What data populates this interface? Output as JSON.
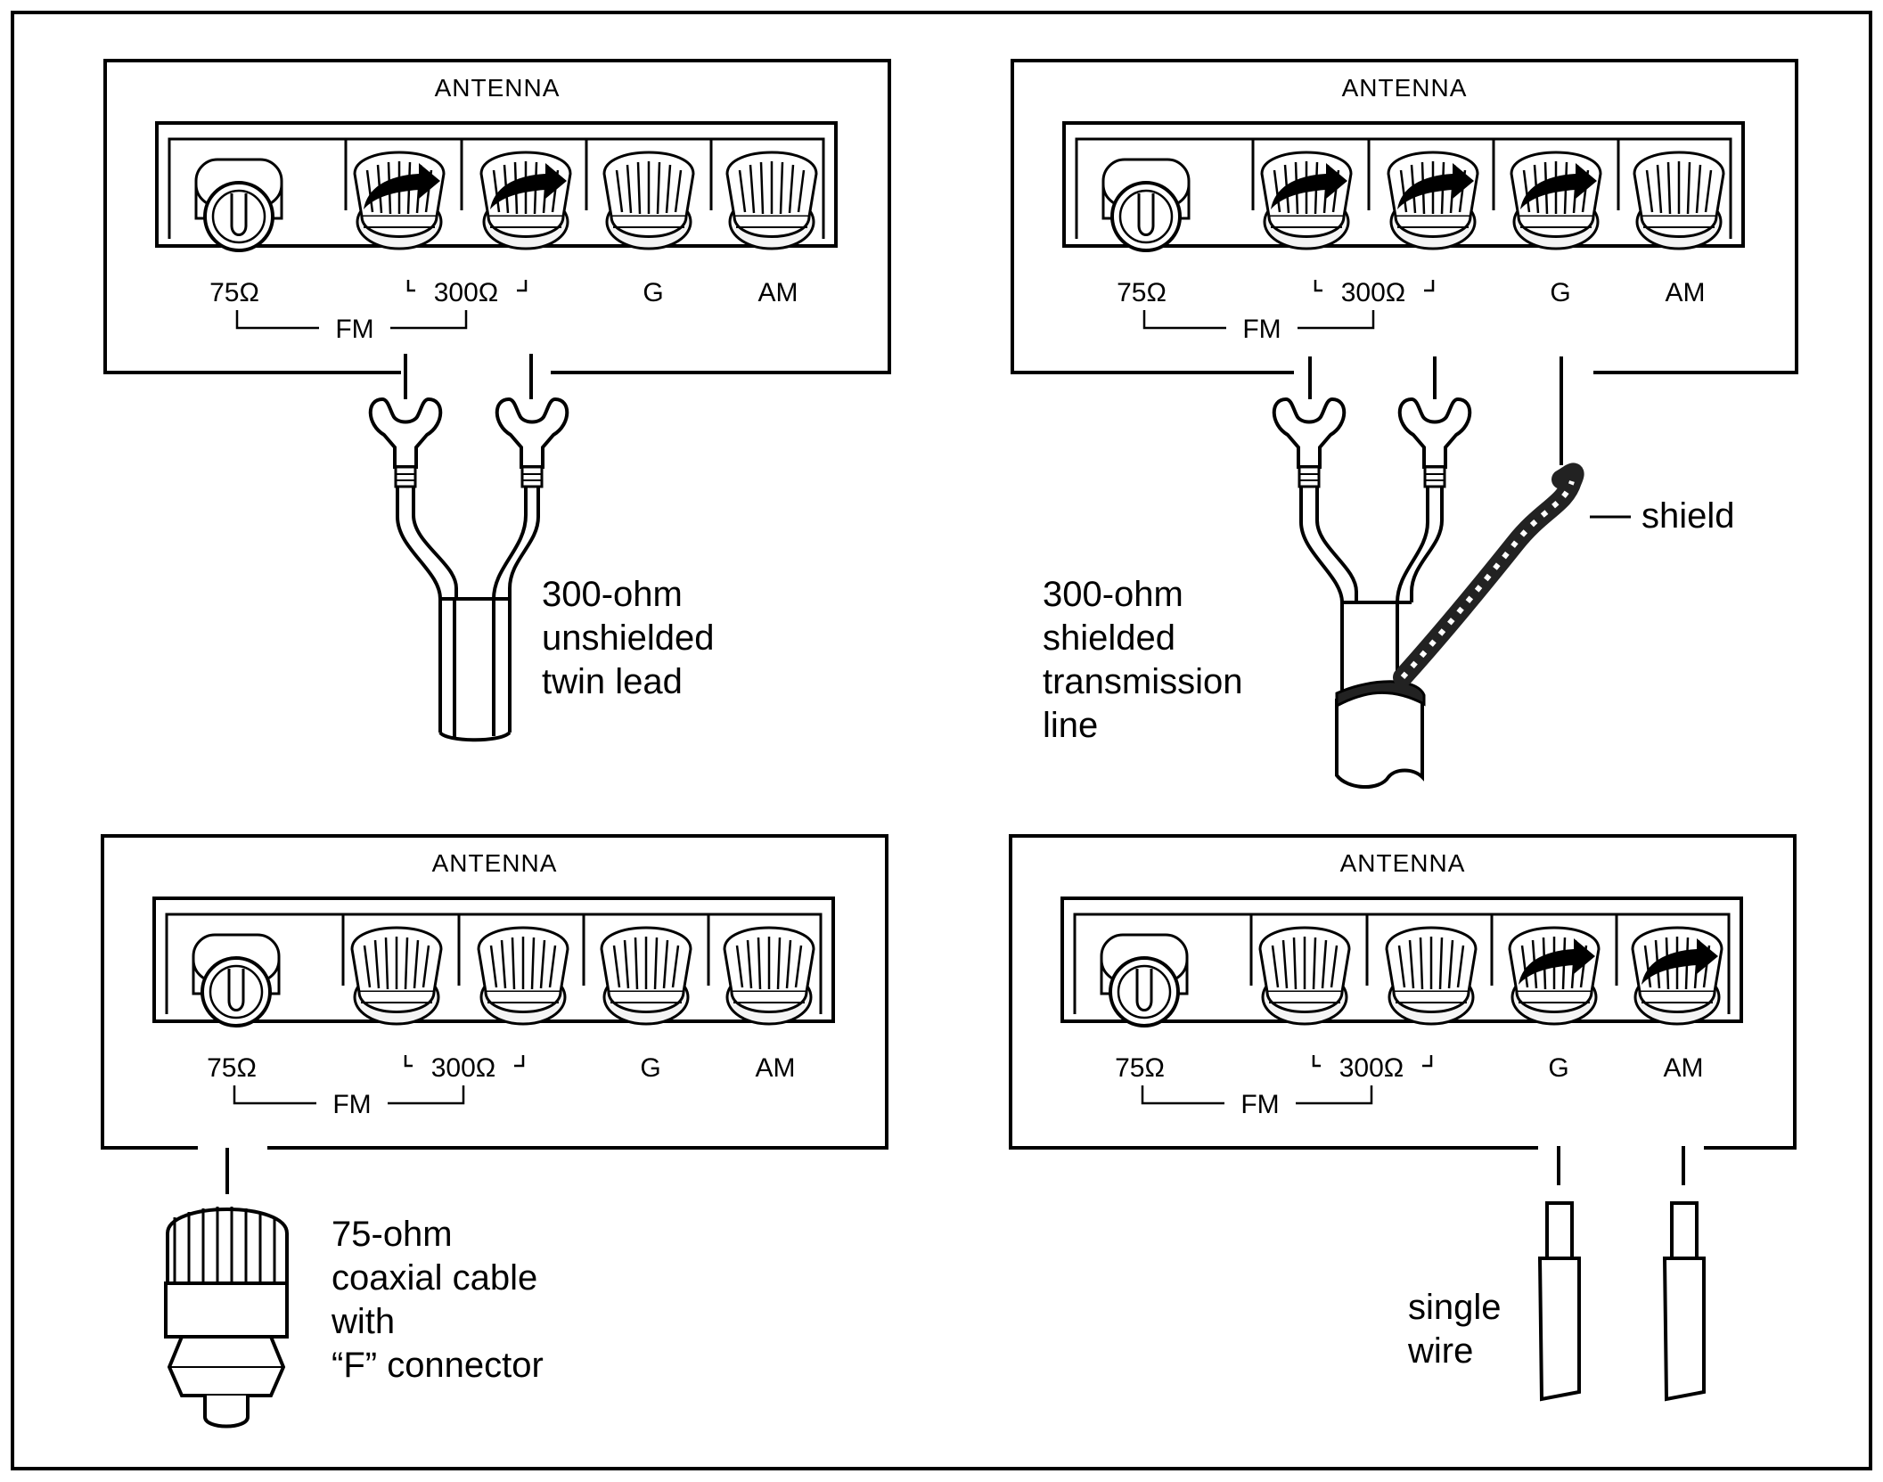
{
  "colors": {
    "ink": "#000000",
    "paper": "#ffffff",
    "metal": "#f4f4f4",
    "braid": "#333333"
  },
  "panels": [
    {
      "id": "unshielded",
      "title": "ANTENNA",
      "labels": {
        "ohm75": "75Ω",
        "ohm300": "300Ω",
        "g": "G",
        "am": "AM",
        "fm": "FM"
      },
      "tightened_terminals": [
        "fm300-a",
        "fm300-b"
      ],
      "cable_icon": "twin-lead-spade-lugs",
      "caption": [
        "300-ohm",
        "unshielded",
        "twin lead"
      ]
    },
    {
      "id": "shielded",
      "title": "ANTENNA",
      "labels": {
        "ohm75": "75Ω",
        "ohm300": "300Ω",
        "g": "G",
        "am": "AM",
        "fm": "FM"
      },
      "tightened_terminals": [
        "fm300-a",
        "fm300-b",
        "g"
      ],
      "cable_icon": "shielded-line-spade-lugs",
      "caption": [
        "300-ohm",
        "shielded",
        "transmission",
        "line"
      ],
      "callout": "shield"
    },
    {
      "id": "coaxial",
      "title": "ANTENNA",
      "labels": {
        "ohm75": "75Ω",
        "ohm300": "300Ω",
        "g": "G",
        "am": "AM",
        "fm": "FM"
      },
      "tightened_terminals": [],
      "cable_icon": "coax-f-connector",
      "caption": [
        "75-ohm",
        "coaxial cable",
        "with",
        "“F” connector"
      ]
    },
    {
      "id": "singlewire",
      "title": "ANTENNA",
      "labels": {
        "ohm75": "75Ω",
        "ohm300": "300Ω",
        "g": "G",
        "am": "AM",
        "fm": "FM"
      },
      "tightened_terminals": [
        "g",
        "am"
      ],
      "cable_icon": "single-wires",
      "caption": [
        "single",
        "wire"
      ]
    }
  ]
}
